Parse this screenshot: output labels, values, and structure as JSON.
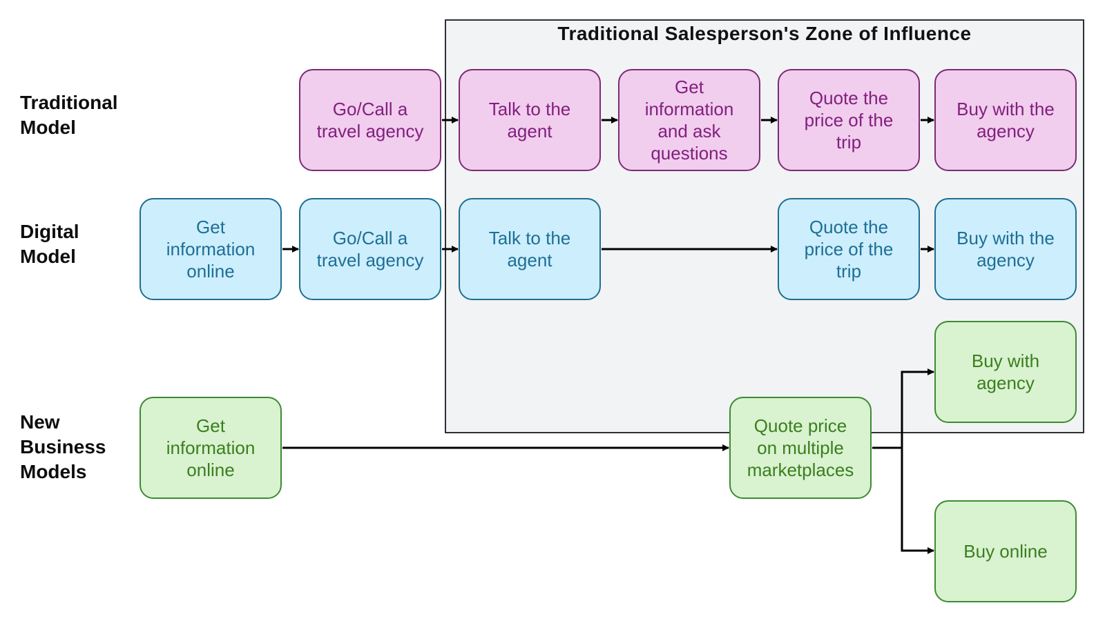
{
  "zone": {
    "title": "Traditional Salesperson's Zone of Influence"
  },
  "rows": {
    "traditional": [
      "Traditional",
      "Model"
    ],
    "digital": [
      "Digital",
      "Model"
    ],
    "new": [
      "New",
      "Business",
      "Models"
    ]
  },
  "boxes": {
    "trad_go_call": [
      "Go/Call a",
      "travel agency"
    ],
    "trad_talk": [
      "Talk to the",
      "agent"
    ],
    "trad_get_info": [
      "Get",
      "information",
      "and ask",
      "questions"
    ],
    "trad_quote": [
      "Quote the",
      "price of the",
      "trip"
    ],
    "trad_buy": [
      "Buy with the",
      "agency"
    ],
    "dig_get_info": [
      "Get",
      "information",
      "online"
    ],
    "dig_go_call": [
      "Go/Call a",
      "travel agency"
    ],
    "dig_talk": [
      "Talk to the",
      "agent"
    ],
    "dig_quote": [
      "Quote the",
      "price of the",
      "trip"
    ],
    "dig_buy": [
      "Buy with the",
      "agency"
    ],
    "new_get_info": [
      "Get",
      "information",
      "online"
    ],
    "new_quote": [
      "Quote price",
      "on multiple",
      "marketplaces"
    ],
    "new_buy_agency": [
      "Buy with",
      "agency"
    ],
    "new_buy_online": [
      "Buy online"
    ]
  },
  "colors": {
    "traditional_fill": "#f1cdee",
    "digital_fill": "#cdeefc",
    "new_fill": "#d9f2d0",
    "zone_fill": "#f2f3f4"
  }
}
